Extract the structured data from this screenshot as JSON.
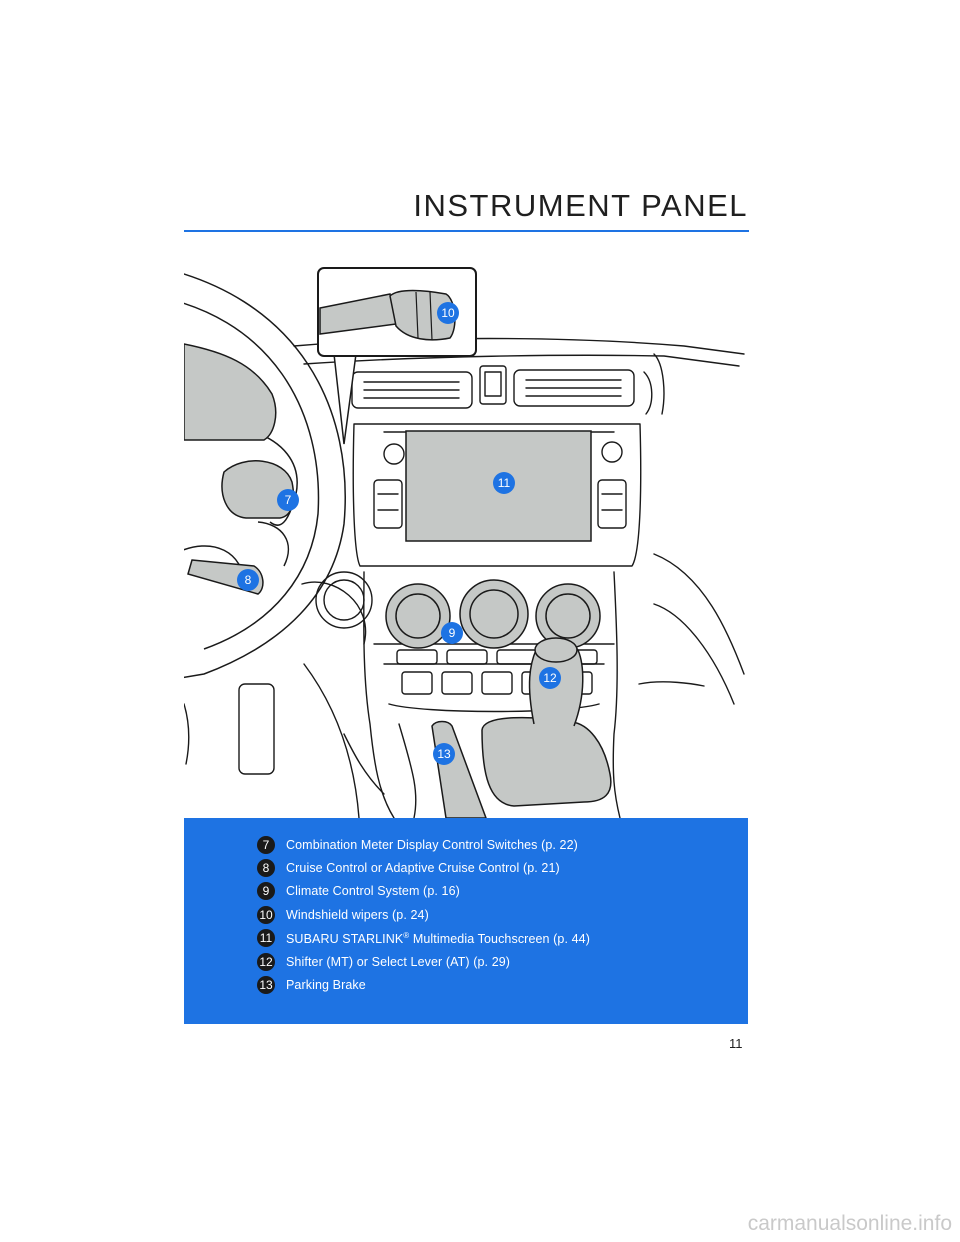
{
  "header": {
    "title": "INSTRUMENT PANEL"
  },
  "figure": {
    "callouts": [
      "7",
      "8",
      "9",
      "10",
      "11",
      "12",
      "13"
    ]
  },
  "legend": {
    "items": [
      {
        "number": "7",
        "label": "Combination Meter Display Control Switches (p. 22)"
      },
      {
        "number": "8",
        "label": "Cruise Control or Adaptive Cruise Control (p. 21)"
      },
      {
        "number": "9",
        "label": "Climate Control System (p. 16)"
      },
      {
        "number": "10",
        "label": "Windshield wipers (p. 24)"
      },
      {
        "number": "11",
        "label_before": "SUBARU STARLINK",
        "label_mark": "®",
        "label_after": " Multimedia Touchscreen (p. 44)"
      },
      {
        "number": "12",
        "label": "Shifter (MT) or Select Lever (AT) (p. 29)"
      },
      {
        "number": "13",
        "label": "Parking Brake"
      }
    ]
  },
  "footer": {
    "page_number": "11"
  },
  "watermark": {
    "text": "carmanualsonline.info"
  },
  "colors": {
    "accent": "#1e73e3",
    "illustration_fill": "#c5c8c6",
    "line": "#1a1a1a"
  }
}
